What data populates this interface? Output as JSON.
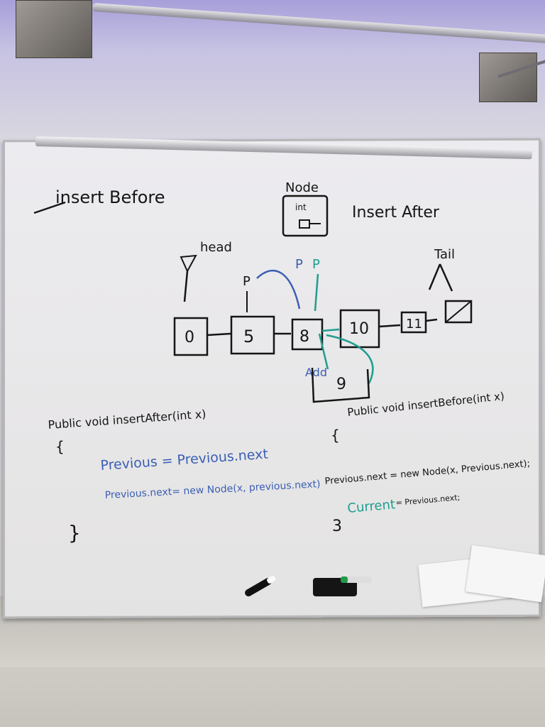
{
  "whiteboard": {
    "heading_left": "insert Before",
    "node_diagram": {
      "title": "Node",
      "field": "int"
    },
    "heading_right": "Insert After",
    "head_label": "head",
    "tail_label": "Tail",
    "pointer_labels": [
      "P",
      "P",
      "P"
    ],
    "list_nodes": [
      "0",
      "5",
      "8",
      "10",
      "11"
    ],
    "new_node": {
      "label": "Add",
      "value": "9"
    },
    "code_insert_after": {
      "signature": "Public void insertAfter(int x)",
      "open_brace": "{",
      "line1": "Previous = Previous.next",
      "line2": "Previous.next= new Node(x, previous.next)",
      "close_brace": "}"
    },
    "code_insert_before": {
      "signature": "Public void insertBefore(int x)",
      "open_brace": "{",
      "line1": "Previous.next = new Node(x, Previous.next);",
      "line2_word": "Current",
      "line2_rest": "= Previous.next;",
      "close_brace": "3"
    }
  },
  "colors": {
    "black_ink": "#151515",
    "blue_ink": "#3a5fb3",
    "teal_ink": "#1f9e8e"
  }
}
